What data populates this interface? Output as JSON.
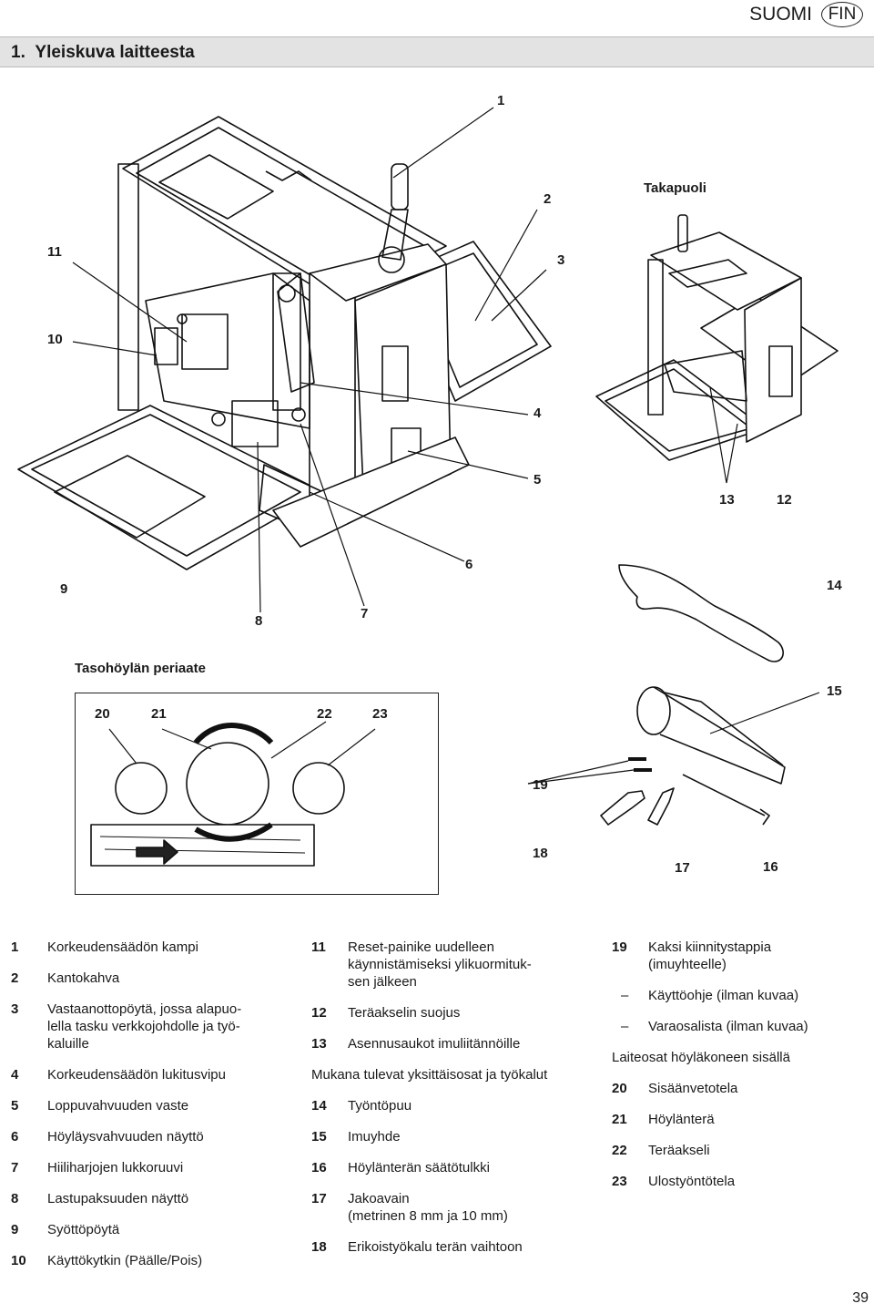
{
  "header": {
    "language": "SUOMI",
    "badge": "FIN"
  },
  "section": {
    "title": "1.  Yleiskuva laitteesta"
  },
  "figure": {
    "callouts": {
      "c1": "1",
      "c2": "2",
      "c3": "3",
      "c4": "4",
      "c5": "5",
      "c6": "6",
      "c7": "7",
      "c8": "8",
      "c9": "9",
      "c10": "10",
      "c11": "11",
      "c12": "12",
      "c13": "13",
      "c14": "14",
      "c15": "15",
      "c16": "16",
      "c17": "17",
      "c18": "18",
      "c19": "19",
      "c20": "20",
      "c21": "21",
      "c22": "22",
      "c23": "23"
    },
    "rear_caption": "Takapuoli",
    "principle_caption": "Tasohöylän periaate"
  },
  "legend": {
    "col1": [
      {
        "num": "1",
        "text": "Korkeudensäädön kampi"
      },
      {
        "num": "2",
        "text": "Kantokahva"
      },
      {
        "num": "3",
        "text": "Vastaanottopöytä, jossa alapuo-\nlella tasku verkkojohdolle ja työ-\nkaluille"
      },
      {
        "num": "4",
        "text": "Korkeudensäädön lukitusvipu"
      },
      {
        "num": "5",
        "text": "Loppuvahvuuden vaste"
      },
      {
        "num": "6",
        "text": "Höyläysvahvuuden näyttö"
      },
      {
        "num": "7",
        "text": "Hiiliharjojen lukkoruuvi"
      },
      {
        "num": "8",
        "text": "Lastupaksuuden näyttö"
      },
      {
        "num": "9",
        "text": "Syöttöpöytä"
      },
      {
        "num": "10",
        "text": "Käyttökytkin (Päälle/Pois)"
      }
    ],
    "col2": [
      {
        "num": "11",
        "text": "Reset-painike uudelleen\nkäynnistämiseksi ylikuormituk-\nsen jälkeen"
      },
      {
        "num": "12",
        "text": "Teräakselin suojus"
      },
      {
        "num": "13",
        "text": "Asennusaukot imuliitännöille"
      }
    ],
    "col2_heading": "Mukana tulevat yksittäisosat ja työkalut",
    "col2b": [
      {
        "num": "14",
        "text": "Työntöpuu"
      },
      {
        "num": "15",
        "text": "Imuyhde"
      },
      {
        "num": "16",
        "text": "Höylänterän säätötulkki"
      },
      {
        "num": "17",
        "text": "Jakoavain\n(metrinen 8 mm ja 10 mm)"
      },
      {
        "num": "18",
        "text": "Erikoistyökalu terän vaihtoon"
      }
    ],
    "col3": [
      {
        "num": "19",
        "text": "Kaksi kiinnitystappia\n(imuyhteelle)"
      }
    ],
    "col3_dashes": [
      {
        "dash": "–",
        "text": "Käyttöohje (ilman kuvaa)"
      },
      {
        "dash": "–",
        "text": "Varaosalista (ilman kuvaa)"
      }
    ],
    "col3_heading": "Laiteosat höyläkoneen sisällä",
    "col3b": [
      {
        "num": "20",
        "text": "Sisäänvetotela"
      },
      {
        "num": "21",
        "text": "Höylänterä"
      },
      {
        "num": "22",
        "text": "Teräakseli"
      },
      {
        "num": "23",
        "text": "Ulostyöntötela"
      }
    ]
  },
  "page": {
    "number": "39"
  }
}
